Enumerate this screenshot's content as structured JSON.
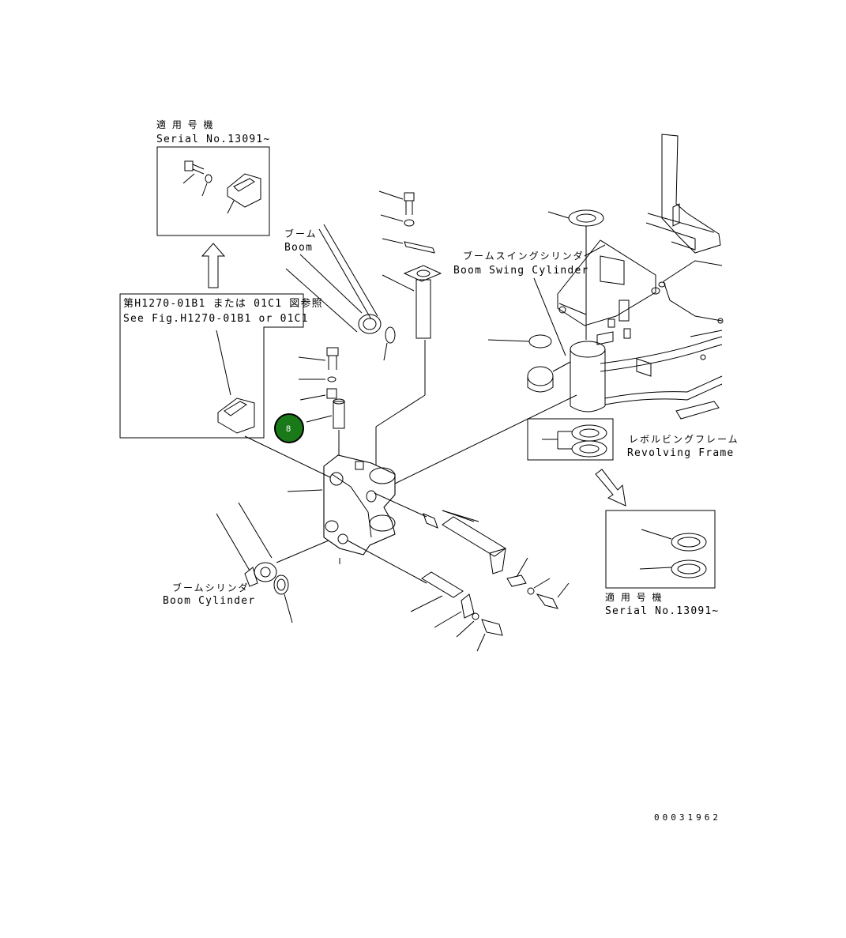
{
  "inset_top": {
    "title_jp": "適 用 号 機",
    "serial": "Serial No.13091~"
  },
  "inset_ref": {
    "line1": "第H1270-01B1 または 01C1 図参照",
    "line2": "See Fig.H1270-01B1 or 01C1"
  },
  "labels": {
    "boom_jp": "ブーム",
    "boom_en": "Boom",
    "swing_jp": "ブームスイングシリンダ",
    "swing_en": "Boom Swing Cylinder",
    "frame_jp": "レボルビングフレーム",
    "frame_en": "Revolving Frame",
    "cyl_jp": "ブームシリンダ",
    "cyl_en": "Boom Cylinder"
  },
  "inset_bottom": {
    "title_jp": "適 用 号 機",
    "serial": "Serial No.13091~"
  },
  "callout": {
    "number": "8",
    "color": "#1a7a1a"
  },
  "drawing_id": "00031962"
}
